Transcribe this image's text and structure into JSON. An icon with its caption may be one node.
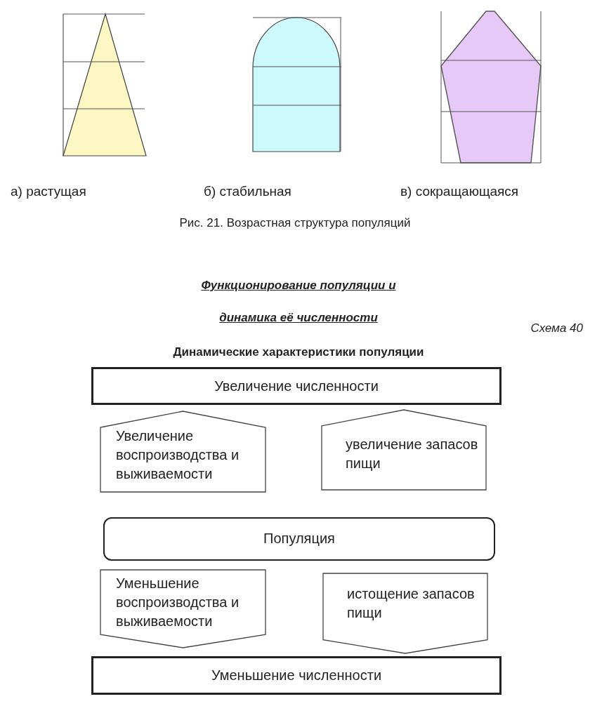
{
  "diagram": {
    "nodes": [
      {
        "text": [],
        "shape": "triangle",
        "beside": [
          "а) растущая"
        ]
      },
      {
        "text": [],
        "shape": "dome",
        "beside": [
          "б) стабильная"
        ]
      },
      {
        "text": [],
        "shape": "pentagon",
        "beside": [
          "в) сокращающаяся"
        ]
      },
      {
        "text": [
          "Увеличение численности"
        ]
      },
      {
        "text": [
          "Увеличение воспроизводства и выживаемости"
        ]
      },
      {
        "text": [
          "увеличение запасов пищи"
        ]
      },
      {
        "text": [
          "Популяция"
        ]
      },
      {
        "text": [
          "Уменьшение воспроизводства и выживаемости"
        ]
      },
      {
        "text": [
          "истощение запасов пищи"
        ]
      },
      {
        "text": [
          "Уменьшение численности"
        ]
      }
    ],
    "labels": [
      "Рис. 21. Возрастная структура популяций",
      "Функционирование популяции и динамика её численности",
      "Схема 40",
      "Динамические характеристики популяции"
    ]
  }
}
